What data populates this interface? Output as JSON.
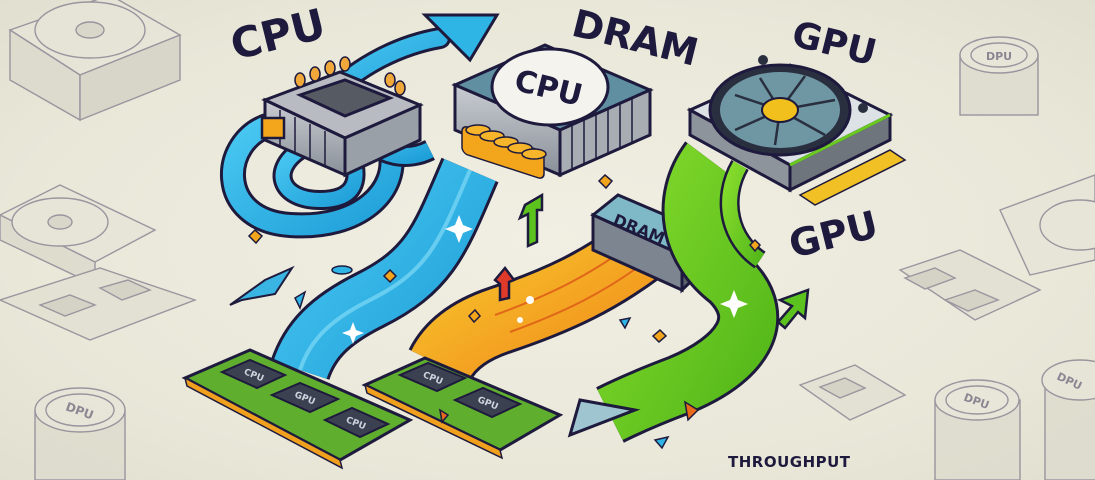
{
  "illustration": {
    "subject": "Memory bandwidth / data flow between CPU, DRAM and GPU",
    "background_color": "#ecebdd",
    "labels": {
      "cpu_title": "CPU",
      "dram_title": "DRAM",
      "gpu_title_top": "GPU",
      "gpu_title_side": "GPU",
      "cpu_heatsink_label": "CPU",
      "dram_connector_label": "DRAM",
      "throughput": "THROUGHPUT"
    },
    "memory_modules": [
      {
        "chips": [
          "CPU",
          "GPU",
          "CPU"
        ],
        "color": "#5fae2e"
      },
      {
        "chips": [
          "CPU",
          "GPU"
        ],
        "color": "#5fae2e"
      }
    ],
    "sketch_coins": [
      "DPU",
      "DPU",
      "DPU",
      "DPU"
    ],
    "colors": {
      "cpu_stream": "#2fb4e6",
      "dram_stream": "#f5a81c",
      "gpu_stream": "#6acb1f",
      "outline": "#1e1a3d",
      "arrow_up_green": "#5cc21e",
      "arrow_up_red": "#e03a2a"
    }
  }
}
